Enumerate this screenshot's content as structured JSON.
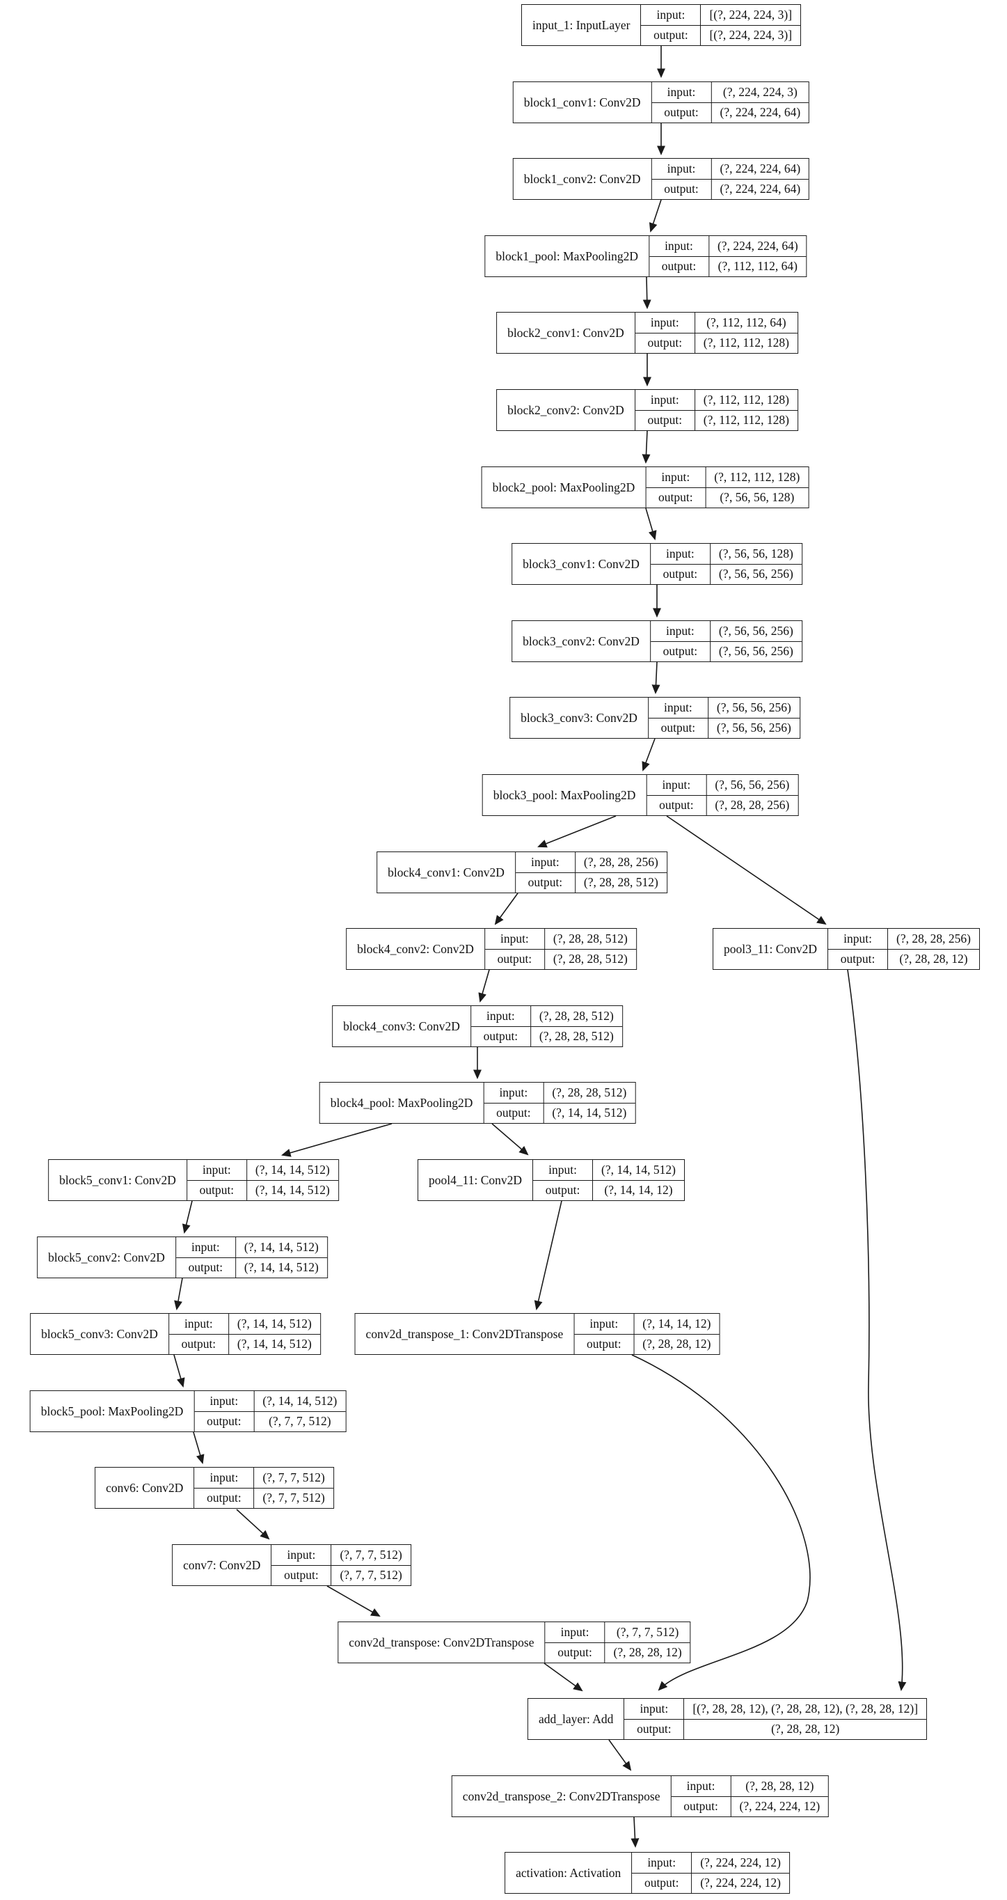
{
  "diagram": {
    "title": "Keras model architecture graph",
    "colors": {
      "background": "#ffffff",
      "border": "#1a1a1a",
      "text": "#111111"
    },
    "io_labels": {
      "input": "input:",
      "output": "output:"
    },
    "nodes": [
      {
        "id": "input_1",
        "name": "input_1: InputLayer",
        "input": "[(?, 224, 224, 3)]",
        "output": "[(?, 224, 224, 3)]"
      },
      {
        "id": "block1_conv1",
        "name": "block1_conv1: Conv2D",
        "input": "(?, 224, 224, 3)",
        "output": "(?, 224, 224, 64)"
      },
      {
        "id": "block1_conv2",
        "name": "block1_conv2: Conv2D",
        "input": "(?, 224, 224, 64)",
        "output": "(?, 224, 224, 64)"
      },
      {
        "id": "block1_pool",
        "name": "block1_pool: MaxPooling2D",
        "input": "(?, 224, 224, 64)",
        "output": "(?, 112, 112, 64)"
      },
      {
        "id": "block2_conv1",
        "name": "block2_conv1: Conv2D",
        "input": "(?, 112, 112, 64)",
        "output": "(?, 112, 112, 128)"
      },
      {
        "id": "block2_conv2",
        "name": "block2_conv2: Conv2D",
        "input": "(?, 112, 112, 128)",
        "output": "(?, 112, 112, 128)"
      },
      {
        "id": "block2_pool",
        "name": "block2_pool: MaxPooling2D",
        "input": "(?, 112, 112, 128)",
        "output": "(?, 56, 56, 128)"
      },
      {
        "id": "block3_conv1",
        "name": "block3_conv1: Conv2D",
        "input": "(?, 56, 56, 128)",
        "output": "(?, 56, 56, 256)"
      },
      {
        "id": "block3_conv2",
        "name": "block3_conv2: Conv2D",
        "input": "(?, 56, 56, 256)",
        "output": "(?, 56, 56, 256)"
      },
      {
        "id": "block3_conv3",
        "name": "block3_conv3: Conv2D",
        "input": "(?, 56, 56, 256)",
        "output": "(?, 56, 56, 256)"
      },
      {
        "id": "block3_pool",
        "name": "block3_pool: MaxPooling2D",
        "input": "(?, 56, 56, 256)",
        "output": "(?, 28, 28, 256)"
      },
      {
        "id": "block4_conv1",
        "name": "block4_conv1: Conv2D",
        "input": "(?, 28, 28, 256)",
        "output": "(?, 28, 28, 512)"
      },
      {
        "id": "block4_conv2",
        "name": "block4_conv2: Conv2D",
        "input": "(?, 28, 28, 512)",
        "output": "(?, 28, 28, 512)"
      },
      {
        "id": "pool3_11",
        "name": "pool3_11: Conv2D",
        "input": "(?, 28, 28, 256)",
        "output": "(?, 28, 28, 12)"
      },
      {
        "id": "block4_conv3",
        "name": "block4_conv3: Conv2D",
        "input": "(?, 28, 28, 512)",
        "output": "(?, 28, 28, 512)"
      },
      {
        "id": "block4_pool",
        "name": "block4_pool: MaxPooling2D",
        "input": "(?, 28, 28, 512)",
        "output": "(?, 14, 14, 512)"
      },
      {
        "id": "block5_conv1",
        "name": "block5_conv1: Conv2D",
        "input": "(?, 14, 14, 512)",
        "output": "(?, 14, 14, 512)"
      },
      {
        "id": "pool4_11",
        "name": "pool4_11: Conv2D",
        "input": "(?, 14, 14, 512)",
        "output": "(?, 14, 14, 12)"
      },
      {
        "id": "block5_conv2",
        "name": "block5_conv2: Conv2D",
        "input": "(?, 14, 14, 512)",
        "output": "(?, 14, 14, 512)"
      },
      {
        "id": "block5_conv3",
        "name": "block5_conv3: Conv2D",
        "input": "(?, 14, 14, 512)",
        "output": "(?, 14, 14, 512)"
      },
      {
        "id": "conv2d_transpose_1",
        "name": "conv2d_transpose_1: Conv2DTranspose",
        "input": "(?, 14, 14, 12)",
        "output": "(?, 28, 28, 12)"
      },
      {
        "id": "block5_pool",
        "name": "block5_pool: MaxPooling2D",
        "input": "(?, 14, 14, 512)",
        "output": "(?, 7, 7, 512)"
      },
      {
        "id": "conv6",
        "name": "conv6: Conv2D",
        "input": "(?, 7, 7, 512)",
        "output": "(?, 7, 7, 512)"
      },
      {
        "id": "conv7",
        "name": "conv7: Conv2D",
        "input": "(?, 7, 7, 512)",
        "output": "(?, 7, 7, 512)"
      },
      {
        "id": "conv2d_transpose",
        "name": "conv2d_transpose: Conv2DTranspose",
        "input": "(?, 7, 7, 512)",
        "output": "(?, 28, 28, 12)"
      },
      {
        "id": "add_layer",
        "name": "add_layer: Add",
        "input": "[(?, 28, 28, 12), (?, 28, 28, 12), (?, 28, 28, 12)]",
        "output": "(?, 28, 28, 12)"
      },
      {
        "id": "conv2d_transpose_2",
        "name": "conv2d_transpose_2: Conv2DTranspose",
        "input": "(?, 28, 28, 12)",
        "output": "(?, 224, 224, 12)"
      },
      {
        "id": "activation",
        "name": "activation: Activation",
        "input": "(?, 224, 224, 12)",
        "output": "(?, 224, 224, 12)"
      }
    ],
    "edges": [
      "input_1->block1_conv1",
      "block1_conv1->block1_conv2",
      "block1_conv2->block1_pool",
      "block1_pool->block2_conv1",
      "block2_conv1->block2_conv2",
      "block2_conv2->block2_pool",
      "block2_pool->block3_conv1",
      "block3_conv1->block3_conv2",
      "block3_conv2->block3_conv3",
      "block3_conv3->block3_pool",
      "block3_pool->block4_conv1",
      "block3_pool->pool3_11",
      "block4_conv1->block4_conv2",
      "block4_conv2->block4_conv3",
      "block4_conv3->block4_pool",
      "block4_pool->block5_conv1",
      "block4_pool->pool4_11",
      "block5_conv1->block5_conv2",
      "pool4_11->conv2d_transpose_1",
      "block5_conv2->block5_conv3",
      "block5_conv3->block5_pool",
      "conv2d_transpose_1->add_layer",
      "block5_pool->conv6",
      "conv6->conv7",
      "conv7->conv2d_transpose",
      "conv2d_transpose->add_layer",
      "pool3_11->add_layer",
      "add_layer->conv2d_transpose_2",
      "conv2d_transpose_2->activation"
    ]
  }
}
